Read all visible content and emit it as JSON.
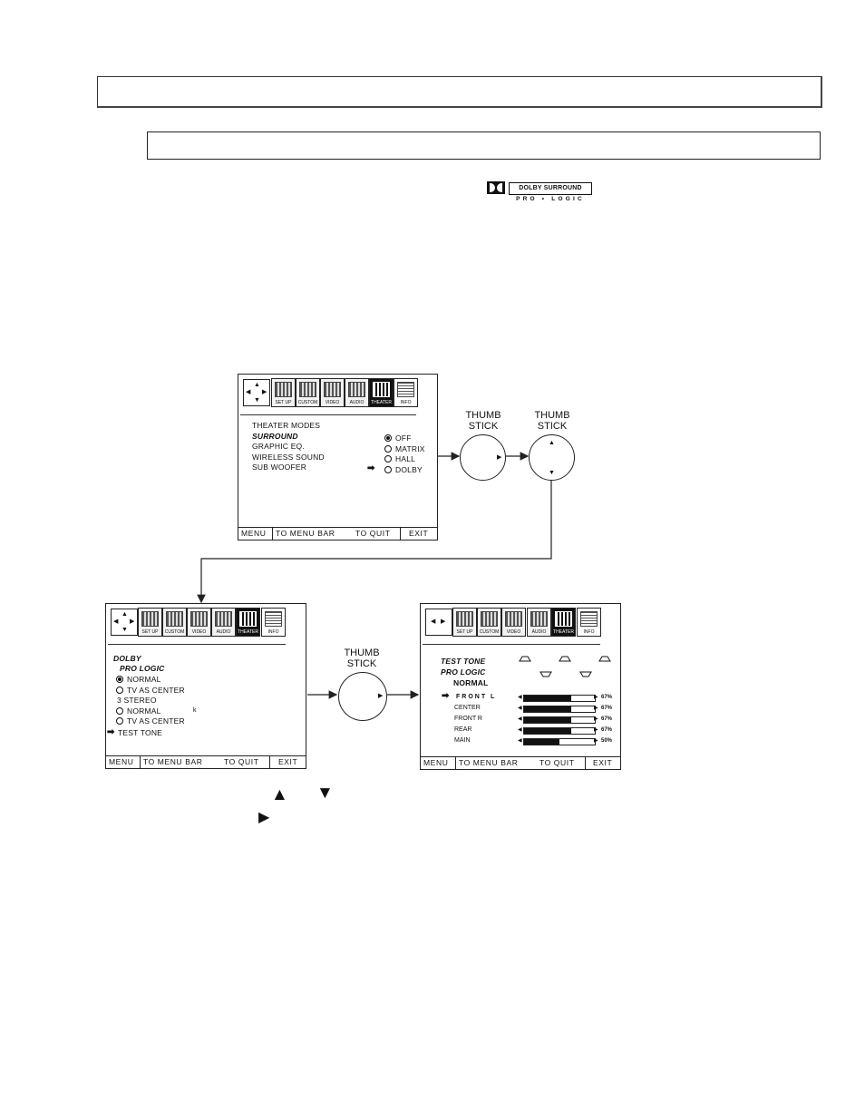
{
  "logo": {
    "box_text": "DOLBY SURROUND",
    "sub_text": "PRO • LOGIC"
  },
  "menu_icons": {
    "setup": "SET UP",
    "custom": "CUSTOM",
    "video": "VIDEO",
    "audio": "AUDIO",
    "theater": "THEATER",
    "info": "INFO"
  },
  "screen1": {
    "items": [
      "THEATER MODES",
      "SURROUND",
      "GRAPHIC EQ.",
      "WIRELESS SOUND",
      "SUB WOOFER"
    ],
    "options": [
      {
        "label": "OFF",
        "selected": true
      },
      {
        "label": "MATRIX",
        "selected": false
      },
      {
        "label": "HALL",
        "selected": false
      },
      {
        "label": "DOLBY",
        "selected": false
      }
    ]
  },
  "screen2": {
    "title": "DOLBY",
    "subtitle": "PRO LOGIC",
    "opt_normal": "NORMAL",
    "opt_tv_center": "TV AS CENTER",
    "group2": "3 STEREO",
    "opt_normal2": "NORMAL",
    "opt_tv_center2": "TV AS CENTER",
    "test_tone": "TEST TONE",
    "stray_mark": "k"
  },
  "screen3": {
    "title": "TEST TONE",
    "subtitle": "PRO LOGIC",
    "mode": "NORMAL",
    "channels": [
      {
        "label": "FRONT L",
        "level": 67,
        "pct": "67%"
      },
      {
        "label": "CENTER",
        "level": 67,
        "pct": "67%"
      },
      {
        "label": "FRONT R",
        "level": 67,
        "pct": "67%"
      },
      {
        "label": "REAR",
        "level": 67,
        "pct": "67%"
      },
      {
        "label": "MAIN",
        "level": 50,
        "pct": "50%"
      }
    ]
  },
  "footer": {
    "menu": "MENU",
    "to_menu_bar": "TO MENU BAR",
    "to_quit": "TO QUIT",
    "exit": "EXIT"
  },
  "thumb_stick_label": "THUMB\nSTICK",
  "symbols": {
    "up": "▲",
    "down": "▼",
    "right": "▶"
  }
}
